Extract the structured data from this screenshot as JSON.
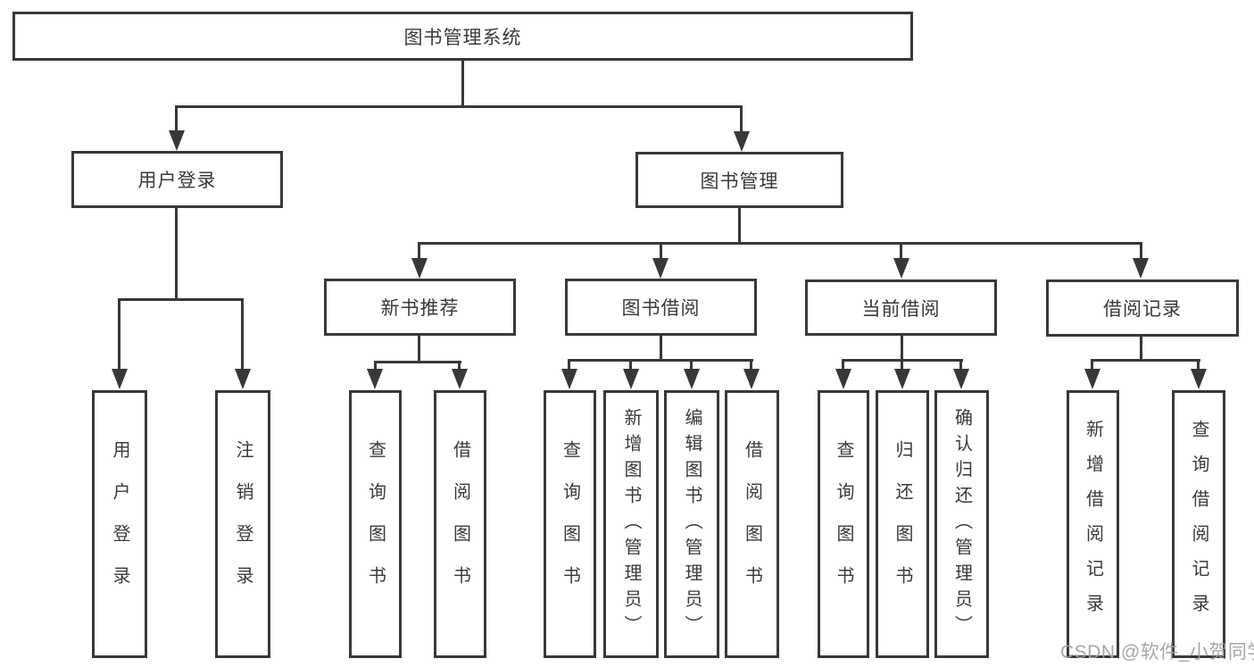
{
  "nodes": {
    "root": "图书管理系统",
    "user_login": "用户登录",
    "book_mgmt": "图书管理",
    "new_book_rec": "新书推荐",
    "book_borrow": "图书借阅",
    "current_borrow": "当前借阅",
    "borrow_record": "借阅记录",
    "leaf_user_login": "用户登录",
    "leaf_logout": "注销登录",
    "leaf_nb_query": "查询图书",
    "leaf_nb_borrow": "借阅图书",
    "leaf_bb_query": "查询图书",
    "leaf_bb_add": "新增图书（管理员）",
    "leaf_bb_edit": "编辑图书（管理员）",
    "leaf_bb_borrow": "借阅图书",
    "leaf_cb_query": "查询图书",
    "leaf_cb_return": "归还图书",
    "leaf_cb_confirm": "确认归还（管理员）",
    "leaf_br_add": "新增借阅记录",
    "leaf_br_query": "查询借阅记录"
  },
  "watermark": "CSDN @软件_小贺同学",
  "colors": {
    "line": "#38383a",
    "text": "#3a3a3c",
    "watermark": "#9ea0a5",
    "background": "#ffffff"
  }
}
